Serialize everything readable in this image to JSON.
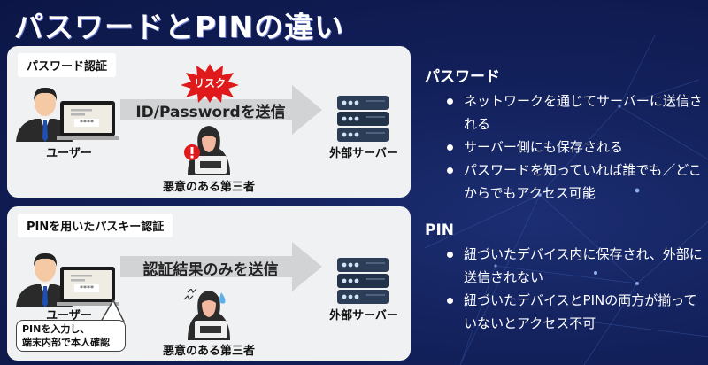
{
  "title": "パスワードとPINの違い",
  "colors": {
    "background": "#12205a",
    "panel": "#f0f1f2",
    "risk_red": "#e01a1a",
    "server": "#2c3e57",
    "arrow": "#d2d3d5"
  },
  "panels": [
    {
      "label": "パスワード認証",
      "user_caption": "ユーザー",
      "laptop_mask": "****",
      "arrow_text": "ID/Passwordを送信",
      "risk_badge": "リスク",
      "attacker_caption": "悪意のある第三者",
      "attacker_icon": "alert-icon",
      "server_caption": "外部サーバー"
    },
    {
      "label": "PINを用いたパスキー認証",
      "user_caption": "ユーザー",
      "laptop_mask": "****",
      "arrow_text": "認証結果のみを送信",
      "attacker_caption": "悪意のある第三者",
      "attacker_icon": "sweat-drop-icon",
      "server_caption": "外部サーバー",
      "speech_bubble": [
        "PINを入力し、",
        "端末内部で本人確認"
      ]
    }
  ],
  "sections": [
    {
      "title": "パスワード",
      "bullets": [
        "ネットワークを通じてサーバーに送信される",
        "サーバー側にも保存される",
        "パスワードを知っていれば誰でも／どこからでもアクセス可能"
      ]
    },
    {
      "title": "PIN",
      "bullets": [
        "紐づいたデバイス内に保存され、外部に送信されない",
        "紐づいたデバイスとPINの両方が揃っていないとアクセス不可"
      ]
    }
  ]
}
